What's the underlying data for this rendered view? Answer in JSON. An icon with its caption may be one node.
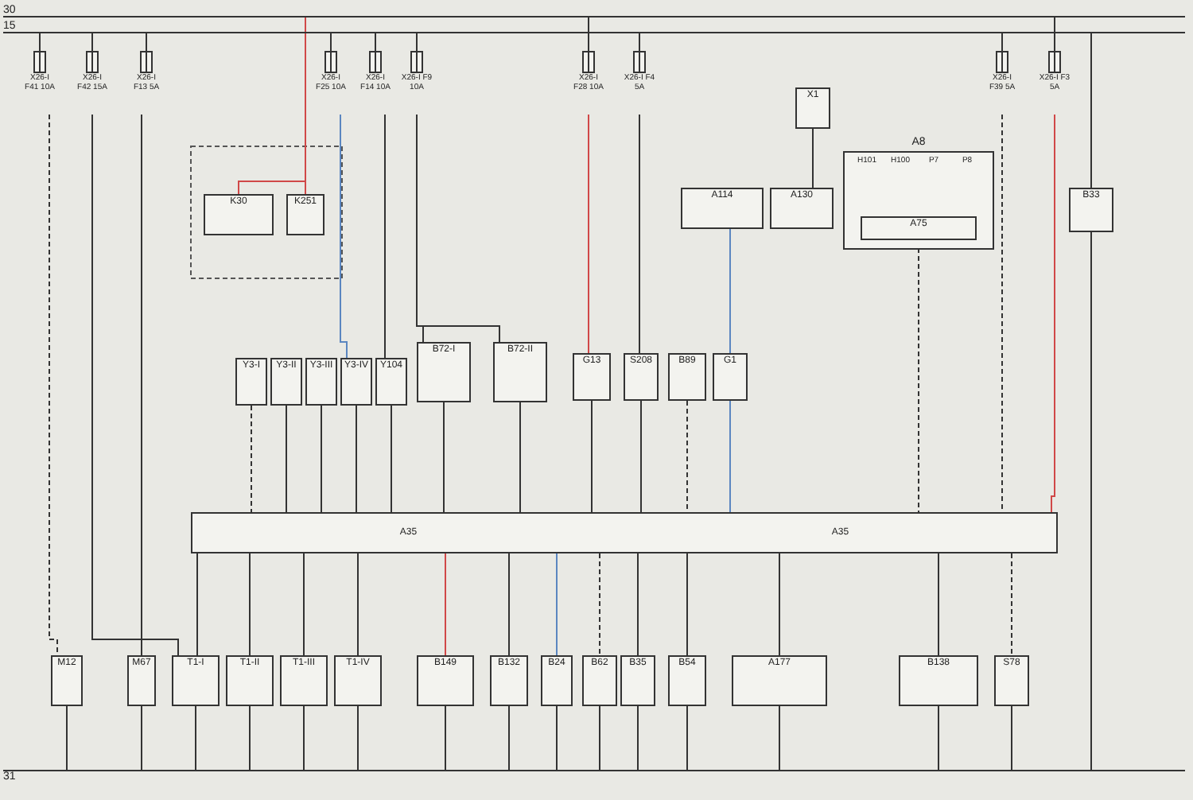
{
  "diagram": {
    "nodes": [
      {
        "text": [
          "X26-I F41 10A"
        ]
      },
      {
        "text": [
          "X26-I F42 15A"
        ]
      },
      {
        "text": [
          "X26-I F13 5A"
        ]
      },
      {
        "text": [
          "X26-I F25 10A"
        ]
      },
      {
        "text": [
          "X26-I F14 10A"
        ]
      },
      {
        "text": [
          "X26-I F9 10A"
        ]
      },
      {
        "text": [
          "X26-I F28 10A"
        ]
      },
      {
        "text": [
          "X26-I F4 5A"
        ]
      },
      {
        "text": [
          "X26-I F39 5A"
        ]
      },
      {
        "text": [
          "X26-I F3 5A"
        ]
      },
      {
        "text": [
          "K30"
        ]
      },
      {
        "text": [
          "K251"
        ]
      },
      {
        "text": [
          "Y3-I"
        ]
      },
      {
        "text": [
          "Y3-II"
        ]
      },
      {
        "text": [
          "Y3-III"
        ]
      },
      {
        "text": [
          "Y3-IV"
        ]
      },
      {
        "text": [
          "Y104"
        ]
      },
      {
        "text": [
          "B72-I"
        ]
      },
      {
        "text": [
          "B72-II"
        ]
      },
      {
        "text": [
          "G13"
        ]
      },
      {
        "text": [
          "S208"
        ]
      },
      {
        "text": [
          "B89"
        ]
      },
      {
        "text": [
          "G1"
        ]
      },
      {
        "text": [
          "A114"
        ]
      },
      {
        "text": [
          "A130"
        ]
      },
      {
        "text": [
          "X1"
        ]
      },
      {
        "text": [
          "A8"
        ]
      },
      {
        "text": [
          "A75"
        ],
        "in": 26
      },
      {
        "text": [
          "B33"
        ]
      },
      {
        "text": [
          "A35",
          "A35"
        ]
      },
      {
        "text": [
          "M12"
        ]
      },
      {
        "text": [
          "M67"
        ]
      },
      {
        "text": [
          "T1-I"
        ]
      },
      {
        "text": [
          "T1-II"
        ]
      },
      {
        "text": [
          "T1-III"
        ]
      },
      {
        "text": [
          "T1-IV"
        ]
      },
      {
        "text": [
          "B149"
        ]
      },
      {
        "text": [
          "B132"
        ]
      },
      {
        "text": [
          "B24"
        ]
      },
      {
        "text": [
          "B62"
        ]
      },
      {
        "text": [
          "B35"
        ]
      },
      {
        "text": [
          "B54"
        ]
      },
      {
        "text": [
          "A177"
        ]
      },
      {
        "text": [
          "B138"
        ]
      },
      {
        "text": [
          "S78"
        ]
      },
      {
        "text": [
          "30"
        ]
      },
      {
        "text": [
          "15"
        ]
      },
      {
        "text": [
          "31"
        ]
      }
    ],
    "edges": [
      {
        "from": 0,
        "to": 30,
        "arrow": "none",
        "style": "dashed"
      },
      {
        "from": 1,
        "to": 32,
        "arrow": "none"
      },
      {
        "from": 2,
        "to": 31,
        "arrow": "none"
      },
      {
        "from": 3,
        "to": 15,
        "arrow": "none",
        "color": "#5b86c0"
      },
      {
        "from": 4,
        "to": 16,
        "arrow": "none"
      },
      {
        "from": 5,
        "to": 17,
        "arrow": "none"
      },
      {
        "from": 5,
        "to": 18,
        "arrow": "none"
      },
      {
        "from": 6,
        "to": 19,
        "arrow": "none",
        "color": "#d04848"
      },
      {
        "from": 7,
        "to": 20,
        "arrow": "none"
      },
      {
        "from": 10,
        "to": 11,
        "arrow": "none",
        "color": "#d04848"
      },
      {
        "from": 25,
        "to": 24,
        "arrow": "none"
      },
      {
        "from": 23,
        "to": 22,
        "arrow": "none",
        "color": "#5b86c0"
      },
      {
        "from": 12,
        "to": 29,
        "arrow": "none",
        "style": "dashed"
      },
      {
        "from": 13,
        "to": 29,
        "arrow": "none"
      },
      {
        "from": 14,
        "to": 29,
        "arrow": "none"
      },
      {
        "from": 15,
        "to": 29,
        "arrow": "none"
      },
      {
        "from": 16,
        "to": 29,
        "arrow": "none"
      },
      {
        "from": 17,
        "to": 29,
        "arrow": "none"
      },
      {
        "from": 18,
        "to": 29,
        "arrow": "none"
      },
      {
        "from": 19,
        "to": 29,
        "arrow": "none"
      },
      {
        "from": 20,
        "to": 29,
        "arrow": "none"
      },
      {
        "from": 21,
        "to": 29,
        "arrow": "none",
        "style": "dashed"
      },
      {
        "from": 22,
        "to": 29,
        "arrow": "none",
        "color": "#5b86c0"
      },
      {
        "from": 27,
        "to": 29,
        "arrow": "none",
        "style": "dashed"
      },
      {
        "from": 8,
        "to": 29,
        "arrow": "none",
        "style": "dashed"
      },
      {
        "from": 9,
        "to": 29,
        "arrow": "none",
        "color": "#d04848"
      },
      {
        "from": 29,
        "to": 32,
        "arrow": "none"
      },
      {
        "from": 29,
        "to": 33,
        "arrow": "none"
      },
      {
        "from": 29,
        "to": 34,
        "arrow": "none"
      },
      {
        "from": 29,
        "to": 35,
        "arrow": "none"
      },
      {
        "from": 29,
        "to": 36,
        "arrow": "none",
        "color": "#d04848"
      },
      {
        "from": 29,
        "to": 37,
        "arrow": "none"
      },
      {
        "from": 29,
        "to": 38,
        "arrow": "none",
        "color": "#5b86c0"
      },
      {
        "from": 29,
        "to": 39,
        "arrow": "none",
        "style": "dashed"
      },
      {
        "from": 29,
        "to": 40,
        "arrow": "none"
      },
      {
        "from": 29,
        "to": 41,
        "arrow": "none"
      },
      {
        "from": 29,
        "to": 42,
        "arrow": "none"
      },
      {
        "from": 29,
        "to": 43,
        "arrow": "none"
      },
      {
        "from": 29,
        "to": 44,
        "arrow": "none",
        "style": "dashed"
      },
      {
        "from": 46,
        "to": 0,
        "arrow": "none"
      },
      {
        "from": 46,
        "to": 1,
        "arrow": "none"
      },
      {
        "from": 46,
        "to": 2,
        "arrow": "none"
      },
      {
        "from": 46,
        "to": 3,
        "arrow": "none"
      },
      {
        "from": 46,
        "to": 4,
        "arrow": "none"
      },
      {
        "from": 46,
        "to": 5,
        "arrow": "none"
      },
      {
        "from": 45,
        "to": 6,
        "arrow": "none"
      },
      {
        "from": 46,
        "to": 7,
        "arrow": "none"
      },
      {
        "from": 46,
        "to": 8,
        "arrow": "none"
      },
      {
        "from": 45,
        "to": 9,
        "arrow": "none"
      },
      {
        "from": 45,
        "to": 11,
        "arrow": "none",
        "color": "#d04848"
      },
      {
        "from": 46,
        "to": 28,
        "arrow": "none"
      },
      {
        "from": 28,
        "to": 47,
        "arrow": "none"
      },
      {
        "from": 30,
        "to": 47,
        "arrow": "none"
      },
      {
        "from": 31,
        "to": 47,
        "arrow": "none"
      },
      {
        "from": 32,
        "to": 47,
        "arrow": "none"
      },
      {
        "from": 33,
        "to": 47,
        "arrow": "none"
      },
      {
        "from": 34,
        "to": 47,
        "arrow": "none"
      },
      {
        "from": 35,
        "to": 47,
        "arrow": "none"
      },
      {
        "from": 36,
        "to": 47,
        "arrow": "none"
      },
      {
        "from": 37,
        "to": 47,
        "arrow": "none"
      },
      {
        "from": 38,
        "to": 47,
        "arrow": "none"
      },
      {
        "from": 39,
        "to": 47,
        "arrow": "none"
      },
      {
        "from": 40,
        "to": 47,
        "arrow": "none"
      },
      {
        "from": 41,
        "to": 47,
        "arrow": "none"
      },
      {
        "from": 42,
        "to": 47,
        "arrow": "none"
      },
      {
        "from": 43,
        "to": 47,
        "arrow": "none"
      },
      {
        "from": 44,
        "to": 47,
        "arrow": "none"
      }
    ],
    "labels": [
      "H101",
      "H100",
      "P7",
      "P8"
    ]
  }
}
